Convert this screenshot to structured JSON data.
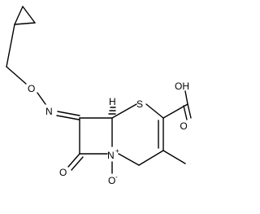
{
  "molecule": {
    "atoms": {
      "oxime_oxygen": "O",
      "imine_nitrogen": "N",
      "ring_sulfur": "S",
      "hydroxyl": "OH",
      "carboxyl_carbonyl_oxygen": "O",
      "lactam_carbonyl_oxygen": "O",
      "ring_nitrogen": "N",
      "nitrogen_charge": "+",
      "n_oxide_oxygen": "O",
      "n_oxide_charge": "-",
      "stereo_hydrogen": "H"
    }
  },
  "colors": {
    "bond": "#000000",
    "background": "#ffffff"
  }
}
